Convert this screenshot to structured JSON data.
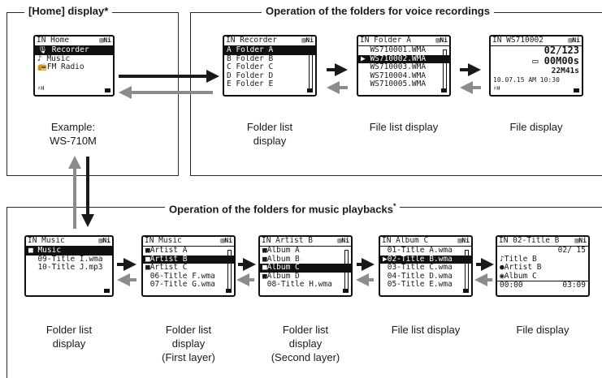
{
  "home_section": {
    "title_bracket_open": "[",
    "title_key": "Home",
    "title_rest": "] display*",
    "caption_line1": "Example:",
    "caption_line2": "WS-710M"
  },
  "voice_section": {
    "title": "Operation of the folders for voice recordings"
  },
  "music_section": {
    "title": "Operation of the folders for music playbacks",
    "star": "*"
  },
  "screens": {
    "home": {
      "header": "IN Home",
      "rows": [
        "Recorder",
        "Music",
        "FM Radio"
      ],
      "selected": 0
    },
    "voice_folders": {
      "header": "IN Recorder",
      "rows": [
        "Folder A",
        "Folder B",
        "Folder C",
        "Folder D",
        "Folder E"
      ],
      "selected": 0,
      "caption": [
        "Folder list",
        "display"
      ]
    },
    "voice_files": {
      "header": "IN Folder A",
      "rows": [
        "WS710001.WMA",
        "WS710002.WMA",
        "WS710003.WMA",
        "WS710004.WMA",
        "WS710005.WMA"
      ],
      "selected": 1,
      "caption": [
        "File list display"
      ]
    },
    "voice_file": {
      "header": "IN WS710002",
      "line1": "02/123",
      "line2": "00M00s",
      "line3": "22M41s",
      "line4": "10.07.15 AM 10:30",
      "caption": [
        "File display"
      ]
    },
    "music_root": {
      "header": "IN Music",
      "rows": [
        "Music",
        "09-Title I.wma",
        "10-Title J.mp3"
      ],
      "selected": 0,
      "caption": [
        "Folder list",
        "display"
      ]
    },
    "music_artists": {
      "header": "IN Music",
      "rows": [
        "Artist A",
        "Artist B",
        "Artist C",
        "06-Title F.wma",
        "07-Title G.wma"
      ],
      "selected": 1,
      "caption": [
        "Folder list",
        "display",
        "(First layer)"
      ]
    },
    "music_albums": {
      "header": "IN Artist B",
      "rows": [
        "Album A",
        "Album B",
        "Album C",
        "Album D",
        "08-Title H.wma"
      ],
      "selected": 2,
      "caption": [
        "Folder list",
        "display",
        "(Second layer)"
      ]
    },
    "music_files": {
      "header": "IN Album C",
      "rows": [
        "01-Title A.wma",
        "02-Title B.wma",
        "03-Title C.wma",
        "04-Title D.wma",
        "05-Title E.wma"
      ],
      "selected": 1,
      "caption": [
        "File list display"
      ]
    },
    "music_file": {
      "header": "IN 02-Title B",
      "line1": "02/ 15",
      "line2": "Title B",
      "line3": "Artist B",
      "line4": "Album C",
      "time_left": "00:00",
      "time_right": "03:09",
      "caption": [
        "File display"
      ]
    }
  },
  "colors": {
    "arrow_dark": "#1a1a1a",
    "arrow_light": "#8c8c8c"
  }
}
